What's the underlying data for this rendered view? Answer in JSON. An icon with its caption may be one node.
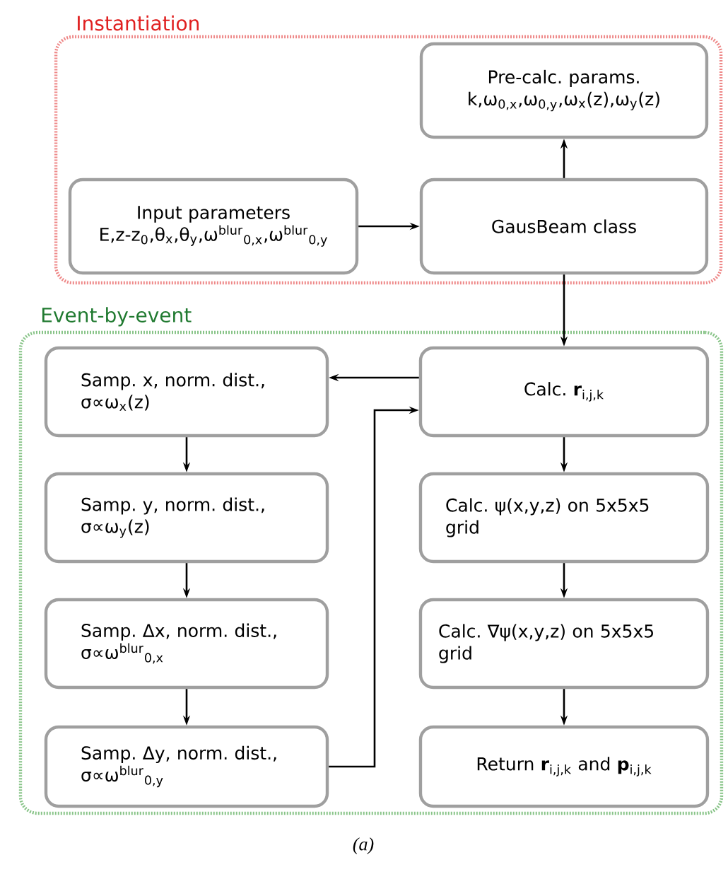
{
  "diagram": {
    "caption": "(a)",
    "nodes": [
      {
        "text": [
          "Instantiation"
        ]
      },
      {
        "text": [
          "Pre-calc. params.",
          "k,ω$_{0,x}$,ω$_{0,y}$,ω$_{x}$(z),ω$_{y}$(z)"
        ],
        "in": 0
      },
      {
        "text": [
          "Input parameters",
          "E,z-z$_{0}$,θ$_{x}$,θ$_{y}$,ω$^{blur}$$_{0,x}$,ω$^{blur}$$_{0,y}$"
        ],
        "in": 0
      },
      {
        "text": [
          "GausBeam class"
        ],
        "in": 0
      },
      {
        "text": [
          "Event-by-event"
        ]
      },
      {
        "text": [
          "Samp. x, norm. dist., σ∝ω$_{x}$(z)"
        ],
        "in": 4
      },
      {
        "text": [
          "Samp. y, norm. dist., σ∝ω$_{y}$(z)"
        ],
        "in": 4
      },
      {
        "text": [
          "Samp. Δx, norm. dist., σ∝ω$^{blur}$$_{0,x}$"
        ],
        "in": 4
      },
      {
        "text": [
          "Samp. Δy, norm. dist., σ∝ω$^{blur}$$_{0,y}$"
        ],
        "in": 4
      },
      {
        "text": [
          "Calc. **r**$_{i,j,k}$"
        ],
        "in": 4
      },
      {
        "text": [
          "Calc. ψ(x,y,z) on 5x5x5 grid"
        ],
        "in": 4
      },
      {
        "text": [
          "Calc. ∇ψ(x,y,z) on 5x5x5 grid"
        ],
        "in": 4
      },
      {
        "text": [
          "Return **r**$_{i,j,k}$ and **p**$_{i,j,k}$"
        ],
        "in": 4
      }
    ],
    "edges": [
      {
        "from": 2,
        "to": 3,
        "arrow": "to"
      },
      {
        "from": 3,
        "to": 1,
        "arrow": "to"
      },
      {
        "from": 3,
        "to": 9,
        "arrow": "to"
      },
      {
        "from": 9,
        "to": 5,
        "arrow": "to"
      },
      {
        "from": 5,
        "to": 6,
        "arrow": "to"
      },
      {
        "from": 6,
        "to": 7,
        "arrow": "to"
      },
      {
        "from": 7,
        "to": 8,
        "arrow": "to"
      },
      {
        "from": 8,
        "to": 9,
        "arrow": "to"
      },
      {
        "from": 9,
        "to": 10,
        "arrow": "to"
      },
      {
        "from": 10,
        "to": 11,
        "arrow": "to"
      },
      {
        "from": 11,
        "to": 12,
        "arrow": "to"
      }
    ]
  }
}
